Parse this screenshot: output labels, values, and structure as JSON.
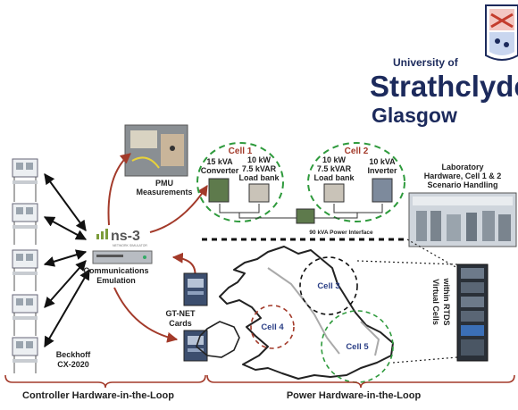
{
  "logo": {
    "line1": "University of",
    "line2": "Strathclyde",
    "line3": "Glasgow"
  },
  "cells": {
    "cell1_title": "Cell 1",
    "cell1_a": [
      "15 kVA",
      "Converter"
    ],
    "cell1_b": [
      "10 kW",
      "7.5 kVAR",
      "Load bank"
    ],
    "cell2_title": "Cell 2",
    "cell2_a": [
      "10 kW",
      "7.5 kVAR",
      "Load bank"
    ],
    "cell2_b": [
      "10 kVA",
      "Inverter"
    ],
    "power_interface": "90 kVA Power Interface"
  },
  "pmu": [
    "PMU",
    "Measurements"
  ],
  "lab": [
    "Laboratory",
    "Hardware, Cell 1 & 2",
    "Scenario Handling"
  ],
  "ns3": {
    "logo": "ns-3",
    "sub": "NETWORK SIMULATOR",
    "label": [
      "Communications",
      "Emulation"
    ]
  },
  "gtnet": [
    "GT-NET",
    "Cards"
  ],
  "beckhoff": [
    "Beckhoff",
    "CX-2020"
  ],
  "map_cells": {
    "cell3": "Cell 3",
    "cell4": "Cell 4",
    "cell5": "Cell 5"
  },
  "rtds": [
    "Virtual Cells",
    "within RTDS"
  ],
  "footer": {
    "left": "Controller Hardware-in-the-Loop",
    "right": "Power Hardware-in-the-Loop"
  },
  "colors": {
    "accent_red": "#a33a2a",
    "cell_green": "#2e9a3c",
    "logo_navy": "#1c2a5c"
  }
}
